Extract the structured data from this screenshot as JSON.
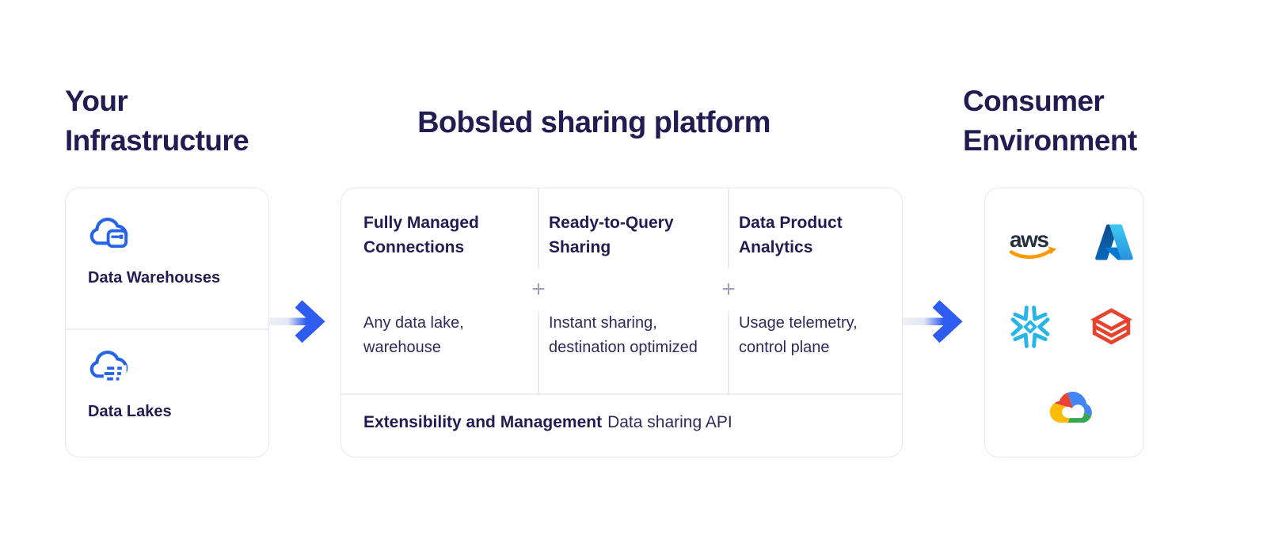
{
  "titles": {
    "left": "Your\nInfrastructure",
    "center": "Bobsled sharing platform",
    "right": "Consumer\nEnvironment"
  },
  "infrastructure": {
    "items": [
      {
        "label": "Data Warehouses",
        "icon": "cloud-warehouse-icon"
      },
      {
        "label": "Data Lakes",
        "icon": "cloud-lakes-icon"
      }
    ]
  },
  "platform": {
    "columns": [
      {
        "title": "Fully Managed\nConnections",
        "description": "Any data lake,\nwarehouse"
      },
      {
        "title": "Ready-to-Query\nSharing",
        "description": "Instant sharing,\ndestination optimized"
      },
      {
        "title": "Data Product\nAnalytics",
        "description": "Usage telemetry,\ncontrol plane"
      }
    ],
    "plus_sign": "+",
    "footer": {
      "bold": "Extensibility and Management",
      "regular": "Data sharing API"
    }
  },
  "consumers": {
    "logos": [
      "aws-logo",
      "azure-logo",
      "snowflake-logo",
      "databricks-logo",
      "google-cloud-logo"
    ],
    "aws_label": "aws"
  },
  "colors": {
    "text_navy": "#211c52",
    "body_navy": "#2e2a5c",
    "icon_blue": "#2563eb",
    "arrow_blue": "#2e5bf0",
    "card_border": "#e8e8ec",
    "divider": "#ebebf0",
    "plus_gray": "#a5a3b2",
    "aws_dark": "#252f3e",
    "aws_orange": "#ff9900",
    "azure_dark": "#114a8b",
    "azure_light": "#3ccbf4",
    "snowflake_blue": "#29b5e8",
    "databricks_red": "#e8432d",
    "google_red": "#ea4335",
    "google_blue": "#4285f4",
    "google_green": "#34a853",
    "google_yellow": "#fbbc05"
  }
}
